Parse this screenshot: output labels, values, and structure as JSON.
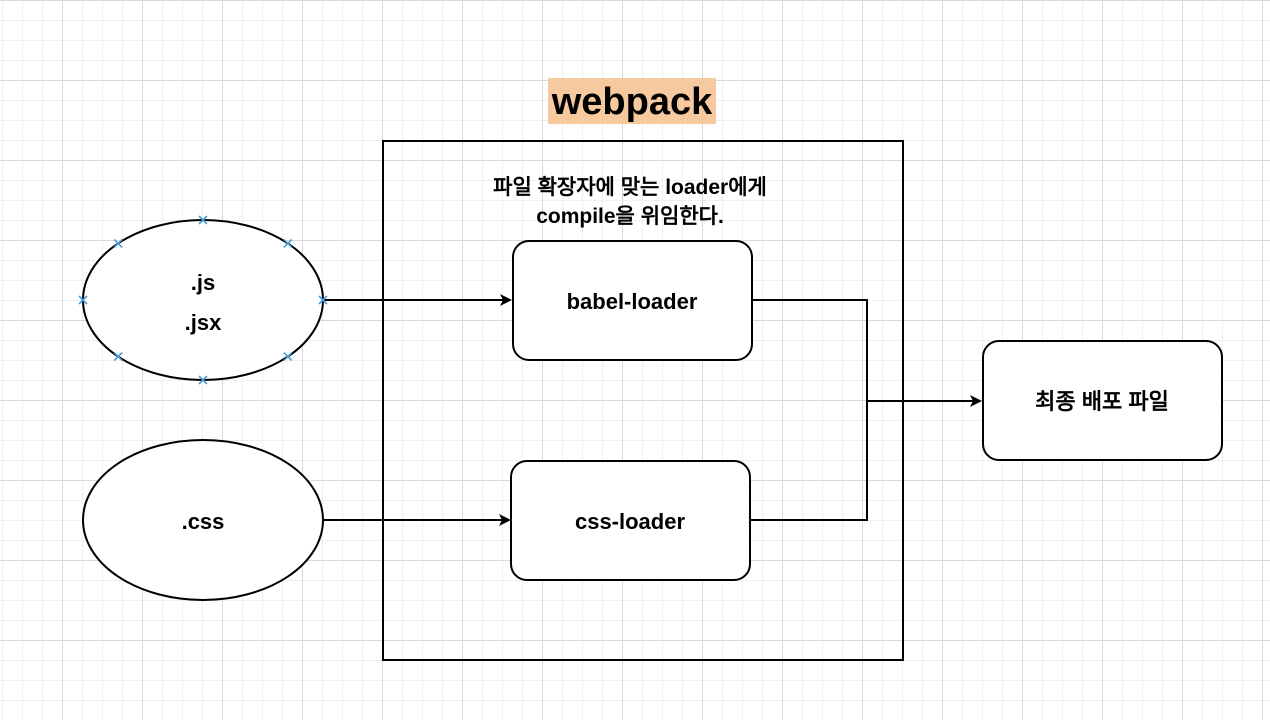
{
  "diagram": {
    "title": "webpack",
    "title_highlight_color": "#f7c99e",
    "description_line1": "파일 확장자에 맞는 loader에게",
    "description_line2": "compile을 위임한다.",
    "js_input": {
      "line1": ".js",
      "line2": ".jsx"
    },
    "css_input": {
      "label": ".css"
    },
    "babel_loader": {
      "label": "babel-loader"
    },
    "css_loader": {
      "label": "css-loader"
    },
    "output": {
      "label": "최종 배포 파일"
    },
    "selection_handle_color": "#4a9bd6"
  }
}
